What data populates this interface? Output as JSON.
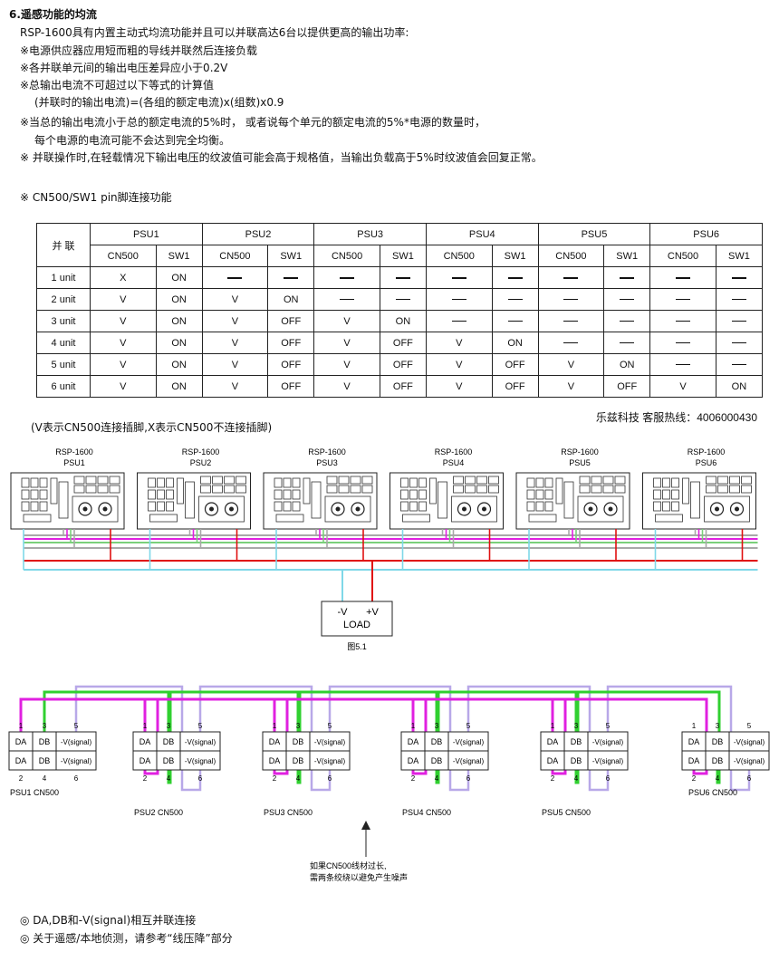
{
  "section": {
    "title": "6.遥感功能的均流",
    "lines": [
      "RSP-1600具有内置主动式均流功能并且可以并联高达6台以提供更高的输出功率:",
      "※电源供应器应用短而粗的导线并联然后连接负载",
      "※各并联单元间的输出电压差异应小于0.2V",
      "※总输出电流不可超过以下等式的计算值",
      "(并联时的输出电流)=(各组的额定电流)x(组数)x0.9",
      "※当总的输出电流小于总的额定电流的5%时， 或者说每个单元的额定电流的5%*电源的数量时，",
      "每个电源的电流可能不会达到完全均衡。",
      "※ 并联操作时,在轻载情况下输出电压的纹波值可能会高于规格值，当输出负载高于5%时纹波值会回复正常。"
    ]
  },
  "pin_title": "※  CN500/SW1 pin脚连接功能",
  "table": {
    "corner": "并  联",
    "psus": [
      "PSU1",
      "PSU2",
      "PSU3",
      "PSU4",
      "PSU5",
      "PSU6"
    ],
    "sub": [
      "CN500",
      "SW1"
    ],
    "rows": [
      {
        "label": "1 unit",
        "cells": [
          "X",
          "ON",
          "=",
          "=",
          "=",
          "=",
          "=",
          "=",
          "=",
          "=",
          "=",
          "="
        ]
      },
      {
        "label": "2 unit",
        "cells": [
          "V",
          "ON",
          "V",
          "ON",
          "-",
          "-",
          "-",
          "-",
          "-",
          "-",
          "-",
          "-"
        ]
      },
      {
        "label": "3 unit",
        "cells": [
          "V",
          "ON",
          "V",
          "OFF",
          "V",
          "ON",
          "-",
          "-",
          "-",
          "-",
          "-",
          "-"
        ]
      },
      {
        "label": "4 unit",
        "cells": [
          "V",
          "ON",
          "V",
          "OFF",
          "V",
          "OFF",
          "V",
          "ON",
          "-",
          "-",
          "-",
          "-"
        ]
      },
      {
        "label": "5 unit",
        "cells": [
          "V",
          "ON",
          "V",
          "OFF",
          "V",
          "OFF",
          "V",
          "OFF",
          "V",
          "ON",
          "-",
          "-"
        ]
      },
      {
        "label": "6 unit",
        "cells": [
          "V",
          "ON",
          "V",
          "OFF",
          "V",
          "OFF",
          "V",
          "OFF",
          "V",
          "OFF",
          "V",
          "ON"
        ]
      }
    ]
  },
  "hotline": "乐兹科技 客服热线：4006000430",
  "legend": "(V表示CN500连接插脚,X表示CN500不连接插脚)",
  "fig1": {
    "model": "RSP-1600",
    "units": [
      "PSU1",
      "PSU2",
      "PSU3",
      "PSU4",
      "PSU5",
      "PSU6"
    ],
    "load_label": "LOAD",
    "minus": "-V",
    "plus": "+V",
    "caption": "图5.1",
    "colors": {
      "wire_red": "#e01010",
      "wire_magenta": "#e020e0",
      "wire_green": "#7ad07a",
      "wire_cyan": "#7fd8e8",
      "wire_gray": "#a8a8a8"
    }
  },
  "fig2": {
    "cells_top": [
      "DA",
      "DB",
      "-V(signal)"
    ],
    "cells_bottom": [
      "DA",
      "DB",
      "-V(signal)"
    ],
    "pins_top": [
      "1",
      "3",
      "5"
    ],
    "pins_bottom": [
      "2",
      "4",
      "6"
    ],
    "labels": [
      "PSU1  CN500",
      "PSU2  CN500",
      "PSU3  CN500",
      "PSU4  CN500",
      "PSU5  CN500",
      "PSU6  CN500"
    ],
    "note_line1": "如果CN500线材过长,",
    "note_line2": "需两条绞绕以避免产生噪声",
    "colors": {
      "wire_magenta": "#e020e0",
      "wire_green": "#30d030",
      "wire_lavender": "#b8a8e8"
    }
  },
  "bullets": [
    "◎ DA,DB和-V(signal)相互并联连接",
    "◎ 关于遥感/本地侦测，请参考“线压降”部分"
  ]
}
